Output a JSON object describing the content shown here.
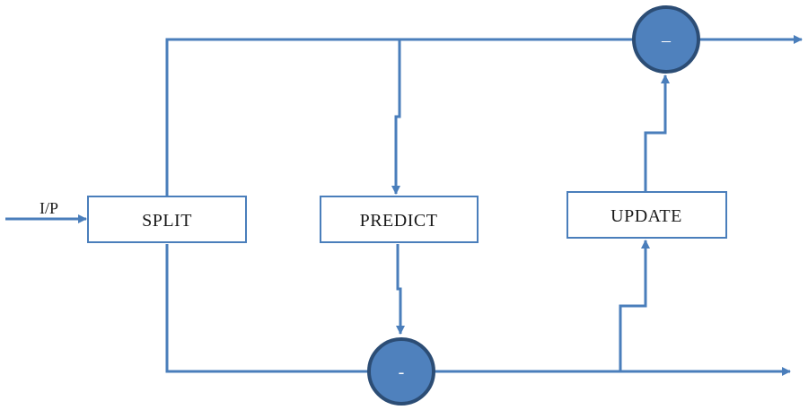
{
  "diagram": {
    "input_label": "I/P",
    "blocks": {
      "split": "SPLIT",
      "predict": "PREDICT",
      "update": "UPDATE"
    },
    "nodes": {
      "top": "–",
      "bottom": "-"
    }
  },
  "colors": {
    "line": "#4a7ebb",
    "node_fill": "#4f81bd",
    "node_stroke": "#2c4d75",
    "box_stroke": "#4a7ebb",
    "text": "#1a1a1a"
  }
}
